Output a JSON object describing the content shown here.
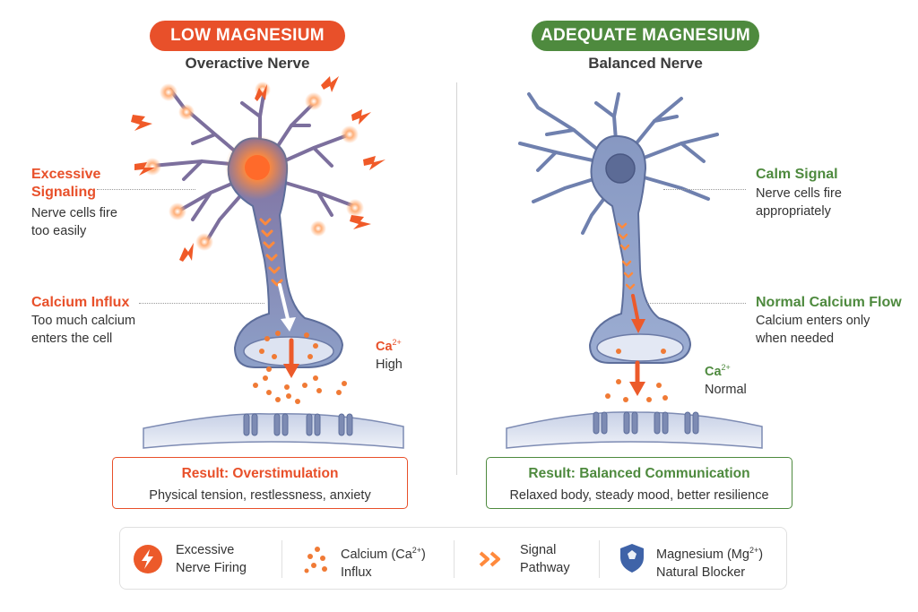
{
  "left": {
    "header": "LOW MAGNESIUM",
    "subtitle": "Overactive Nerve",
    "signal_title_1": "Excessive",
    "signal_title_2": "Signaling",
    "signal_desc_1": "Nerve cells fire",
    "signal_desc_2": "too easily",
    "calcium_title": "Calcium Influx",
    "calcium_desc_1": "Too much calcium",
    "calcium_desc_2": "enters the cell",
    "ca_symbol": "Ca",
    "ca_charge": "2+",
    "ca_level": "High",
    "result_title": "Result: Overstimulation",
    "result_desc": "Physical tension, restlessness, anxiety"
  },
  "right": {
    "header": "ADEQUATE MAGNESIUM",
    "subtitle": "Balanced Nerve",
    "signal_title": "Calm Signal",
    "signal_desc_1": "Nerve cells fire",
    "signal_desc_2": "appropriately",
    "calcium_title": "Normal Calcium Flow",
    "calcium_desc_1": "Calcium enters only",
    "calcium_desc_2": "when needed",
    "ca_symbol": "Ca",
    "ca_charge": "2+",
    "ca_level": "Normal",
    "result_title": "Result: Balanced Communication",
    "result_desc": "Relaxed body, steady mood, better resilience"
  },
  "legend": {
    "firing_1": "Excessive",
    "firing_2": "Nerve Firing",
    "calcium_1a": "Calcium (Ca",
    "calcium_1sup": "2+",
    "calcium_1b": ")",
    "calcium_2": "Influx",
    "signal_1": "Signal",
    "signal_2": "Pathway",
    "mg_1a": "Magnesium (Mg",
    "mg_1sup": "2+",
    "mg_1b": ")",
    "mg_2": "Natural Blocker"
  },
  "colors": {
    "low_accent": "#e8502a",
    "adequate_accent": "#4e8a3e",
    "neuron_fill": "#8fa0c6",
    "neuron_stroke": "#5d6e9b",
    "calcium": "#f07a35",
    "shield": "#3f63a8"
  },
  "icons": [
    "lightning-icon",
    "calcium-dots-icon",
    "chevron-double-right-icon",
    "shield-icon"
  ]
}
